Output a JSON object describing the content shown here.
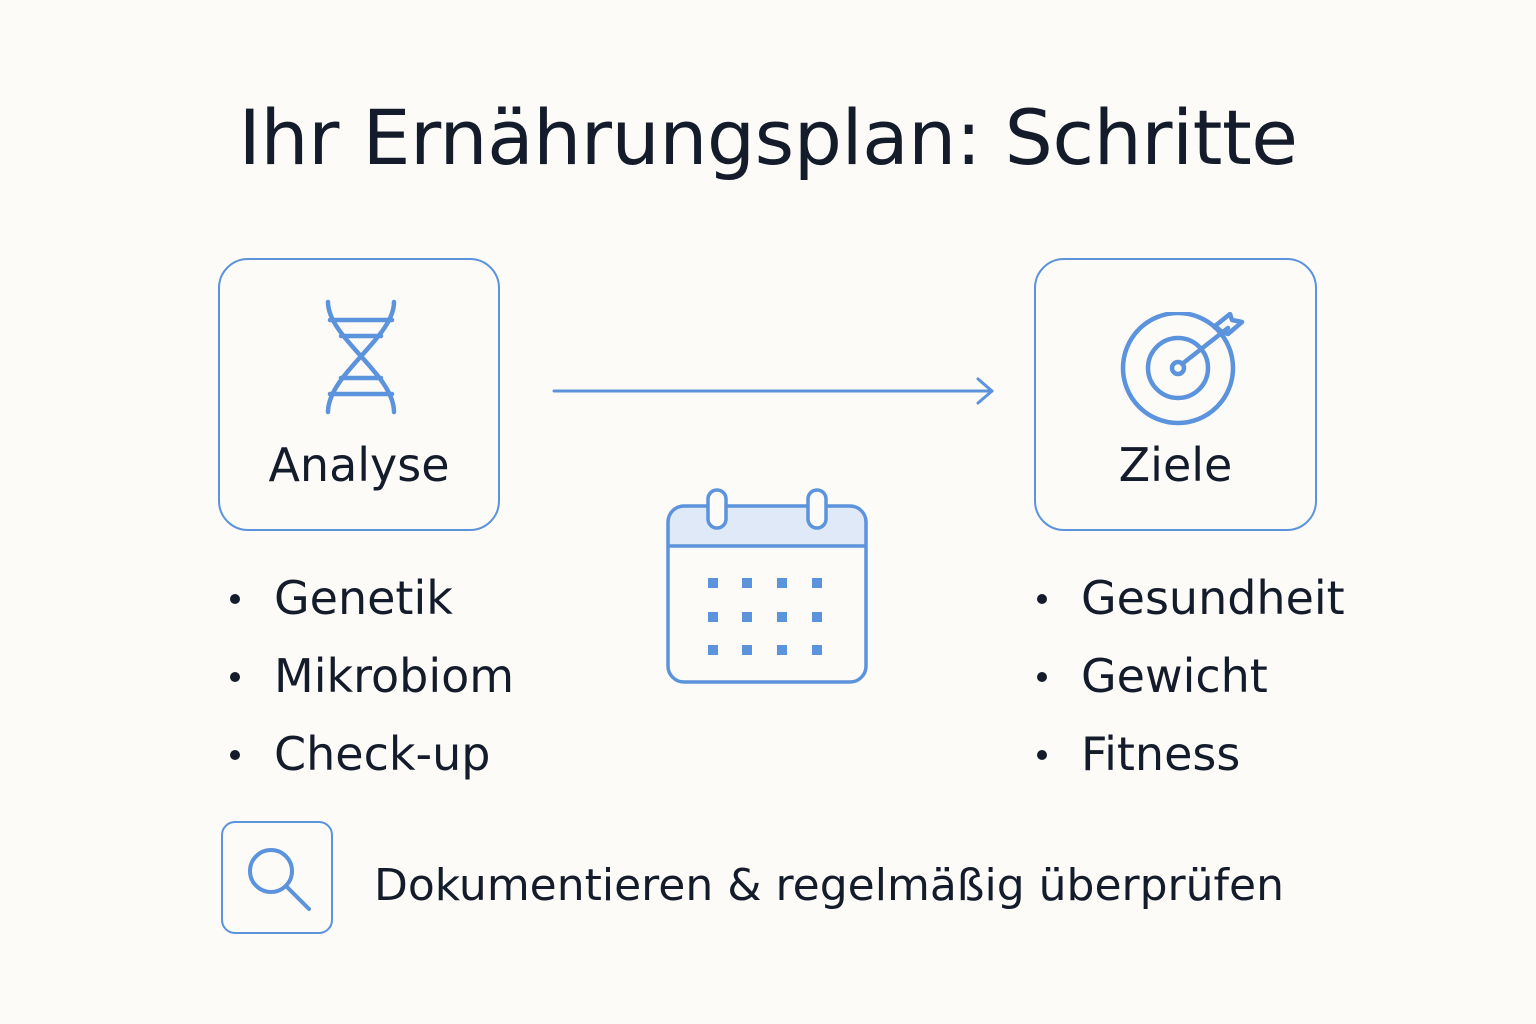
{
  "title": "Ihr Ernährungsplan: Schritte",
  "steps": [
    {
      "label": "Analyse",
      "icon": "dna-icon",
      "items": [
        "Genetik",
        "Mikrobiom",
        "Check-up"
      ]
    },
    {
      "label": "Ziele",
      "icon": "target-icon",
      "items": [
        "Gesundheit",
        "Gewicht",
        "Fitness"
      ]
    }
  ],
  "center_icon": "calendar-icon",
  "footer": {
    "icon": "search-icon",
    "text": "Dokumentieren & regelmäßig überprüfen"
  },
  "colors": {
    "accent": "#5b93dc",
    "text": "#141c2c",
    "background": "#fcfbf8",
    "calendar_header": "#dfe9f7"
  }
}
